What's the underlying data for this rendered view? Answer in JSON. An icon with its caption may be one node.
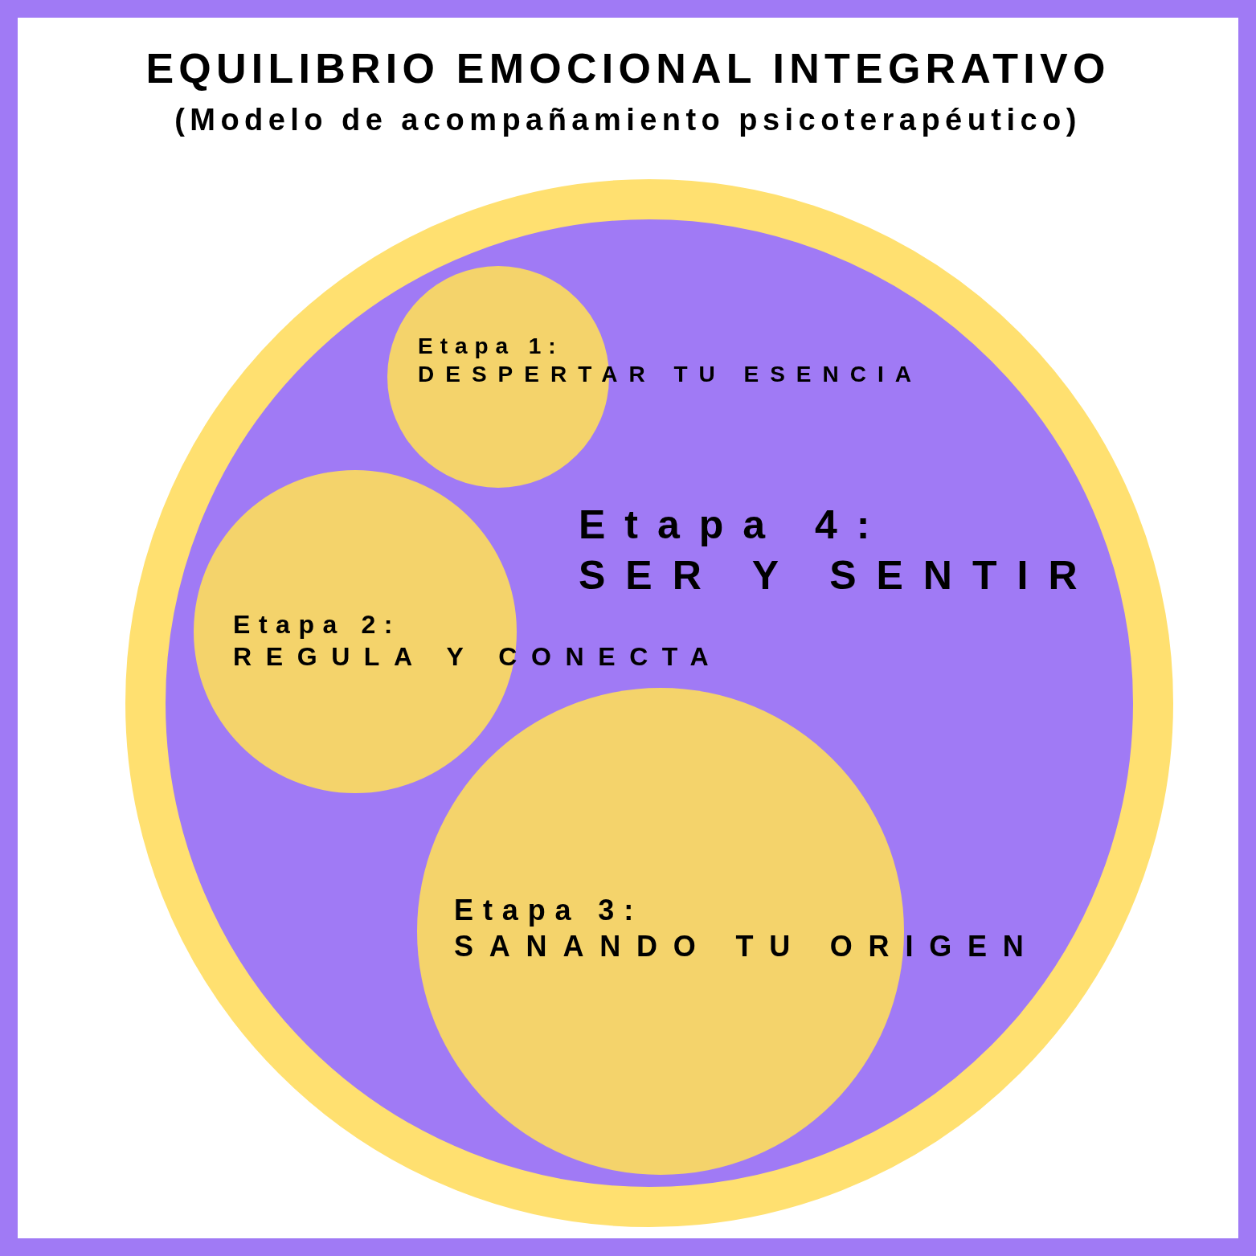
{
  "diagram": {
    "title": "EQUILIBRIO EMOCIONAL INTEGRATIVO",
    "nodes": [
      {
        "text": [
          "Etapa 4:",
          "SER Y SENTIR"
        ]
      },
      {
        "text": [
          "Etapa 1:",
          "DESPERTAR TU ESENCIA"
        ],
        "in": 0
      },
      {
        "text": [
          "Etapa 2:",
          "REGULA Y CONECTA"
        ],
        "in": 0
      },
      {
        "text": [
          "Etapa 3:",
          "SANANDO TU ORIGEN"
        ],
        "in": 0
      }
    ],
    "labels": [
      "(Modelo de acompañamiento psicoterapéutico)"
    ]
  }
}
